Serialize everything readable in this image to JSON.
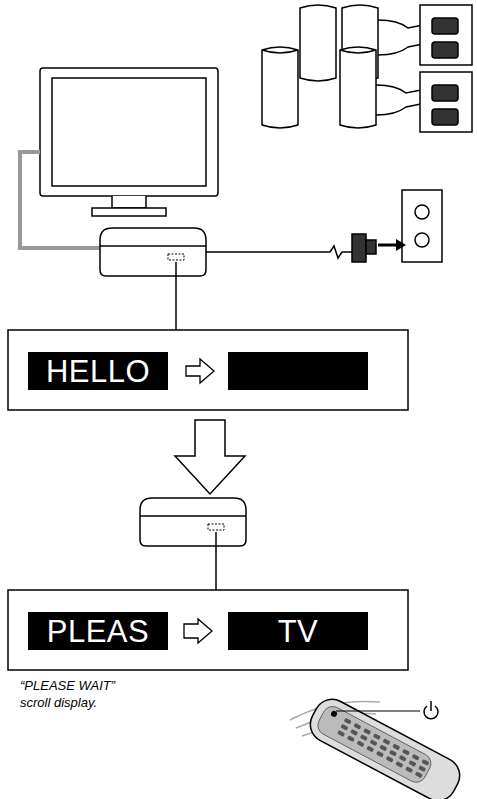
{
  "diagram": {
    "nodes": [
      {
        "text": [
          "HELLO"
        ]
      },
      {
        "text": [
          "PLEAS"
        ]
      },
      {
        "text": [
          "TV"
        ]
      }
    ],
    "edges": [
      {
        "from": 1,
        "to": 2,
        "arrow": "to"
      }
    ],
    "labels": [
      "“PLEASE WAIT” scroll display."
    ]
  }
}
